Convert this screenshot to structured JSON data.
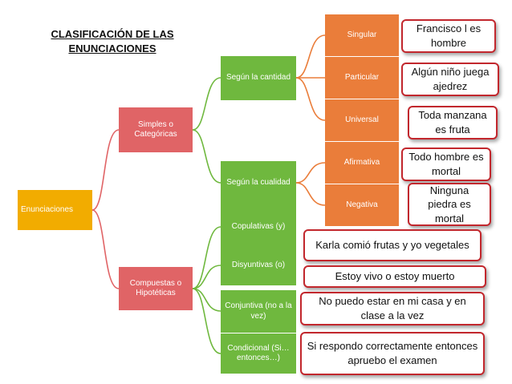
{
  "title": "CLASIFICACIÓN DE LAS ENUNCIACIONES",
  "colors": {
    "root": "#f2ac00",
    "level1": "#e06466",
    "level2": "#6fb83e",
    "level3": "#ea7d3a",
    "example_border": "#c2272d"
  },
  "root": {
    "label": "Enunciaciones"
  },
  "simples": {
    "label": "Simples o Categóricas",
    "cantidad": {
      "label": "Según la cantidad",
      "singular": {
        "label": "Singular",
        "example": "Francisco  l es hombre"
      },
      "particular": {
        "label": "Particular",
        "example": "Algún niño juega ajedrez"
      },
      "universal": {
        "label": "Universal",
        "example": "Toda manzana es fruta"
      }
    },
    "cualidad": {
      "label": "Según la cualidad",
      "afirmativa": {
        "label": "Afirmativa",
        "example": "Todo hombre es mortal"
      },
      "negativa": {
        "label": "Negativa",
        "example": "Ninguna piedra es mortal"
      }
    }
  },
  "compuestas": {
    "label": "Compuestas o Hipotéticas",
    "copulativas": {
      "label": "Copulativas (y)",
      "example": "Karla comió frutas y yo vegetales"
    },
    "disyuntivas": {
      "label": "Disyuntivas (o)",
      "example": "Estoy vivo o estoy muerto"
    },
    "conjuntiva": {
      "label": "Conjuntiva (no a la vez)",
      "example": "No puedo estar en mi casa y en clase a la vez"
    },
    "condicional": {
      "label": "Condicional (Si…entonces…)",
      "example": "Si  respondo correctamente entonces  apruebo el examen"
    }
  }
}
